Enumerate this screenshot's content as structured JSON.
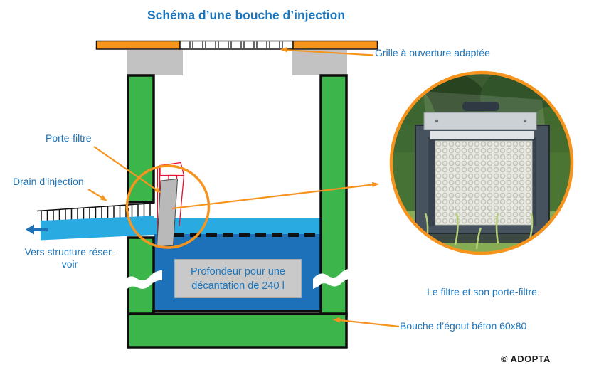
{
  "diagram": {
    "title": "Schéma d’une bouche d’injection",
    "labels": {
      "grille": "Grille à ouverture adaptée",
      "porte_filtre": "Porte-filtre",
      "drain_injection": "Drain d’injection",
      "vers_structure": {
        "line1": "Vers structure réser-",
        "line2": "voir"
      },
      "profondeur": {
        "line1": "Profondeur pour une",
        "line2": "décantation de 240 l"
      },
      "photo_caption": "Le filtre et son porte-filtre",
      "bouche_egout": "Bouche d’égout béton 60x80",
      "copyright": "© ADOPTA"
    },
    "colors": {
      "text_blue": "#1b75bc",
      "orange_accent": "#f7941d",
      "concrete_green": "#3cb54a",
      "water_surface_cyan": "#29abe2",
      "water_deep_blue": "#1d71b8",
      "block_gray": "#c2c2c2",
      "filter_gray": "#b9b9b9",
      "filter_frame_red": "#e8112d",
      "outline_black": "#111111"
    },
    "icons": {
      "flow_arrow_left": "left-arrow",
      "callout_arrow": "orange-arrow",
      "highlight_circle": "orange-circle"
    }
  }
}
